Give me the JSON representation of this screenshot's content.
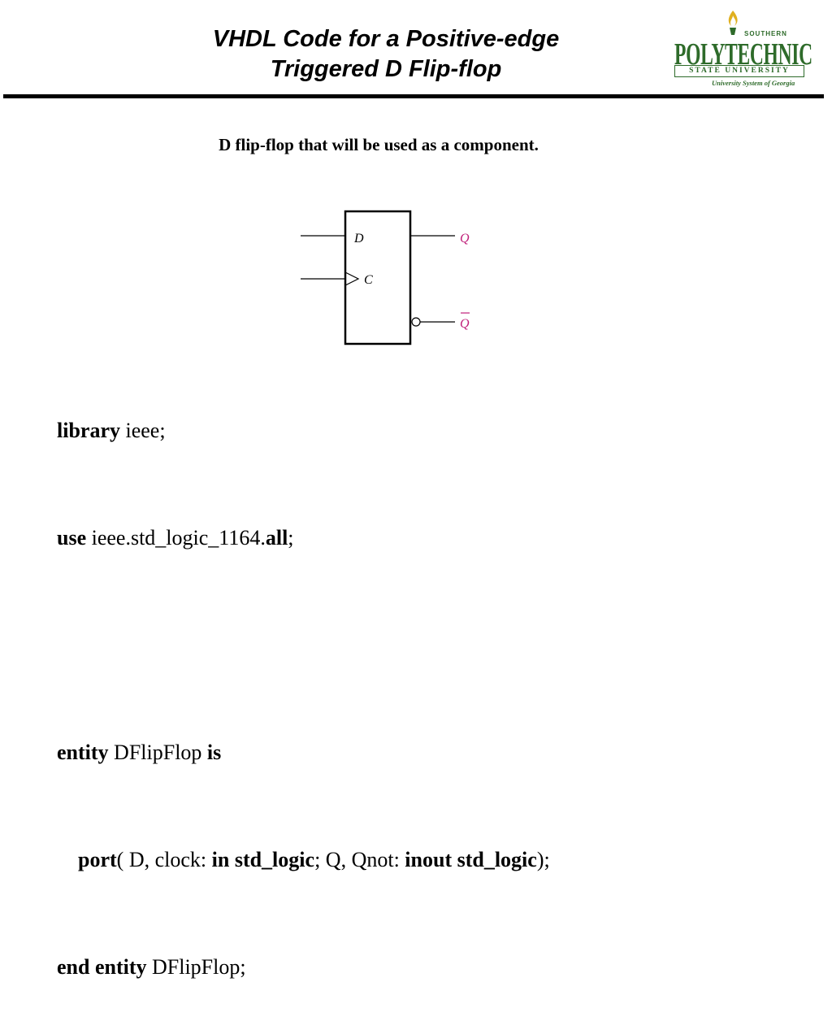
{
  "title": {
    "line1": "VHDL Code for a Positive-edge",
    "line2": "Triggered D Flip-flop"
  },
  "logo": {
    "top": "SOUTHERN",
    "name": "POLYTECHNIC",
    "state": "STATE UNIVERSITY",
    "system": "University System of Georgia",
    "color": "#2e6b2a",
    "flame_color": "#e0b020"
  },
  "subtitle": "D flip-flop that will be used as a component.",
  "diagram": {
    "input_d": "D",
    "input_c": "C",
    "output_q": "Q",
    "output_qbar": "Q",
    "output_color": "#c0207a"
  },
  "code": {
    "l1_kw": "library",
    "l1_rest": " ieee;",
    "l2_kw": "use",
    "l2_mid": " ieee.std_logic_1164.",
    "l2_kw2": "all",
    "l2_end": ";",
    "l4_kw": "entity",
    "l4_mid": " DFlipFlop ",
    "l4_kw2": "is",
    "l5_kw": "port",
    "l5_a": "( D, clock: ",
    "l5_kw2": "in std_logic",
    "l5_b": "; Q, Qnot: ",
    "l5_kw3": "inout std_logic",
    "l5_c": ");",
    "l6_kw": "end entity",
    "l6_rest": " DFlipFlop;"
  }
}
